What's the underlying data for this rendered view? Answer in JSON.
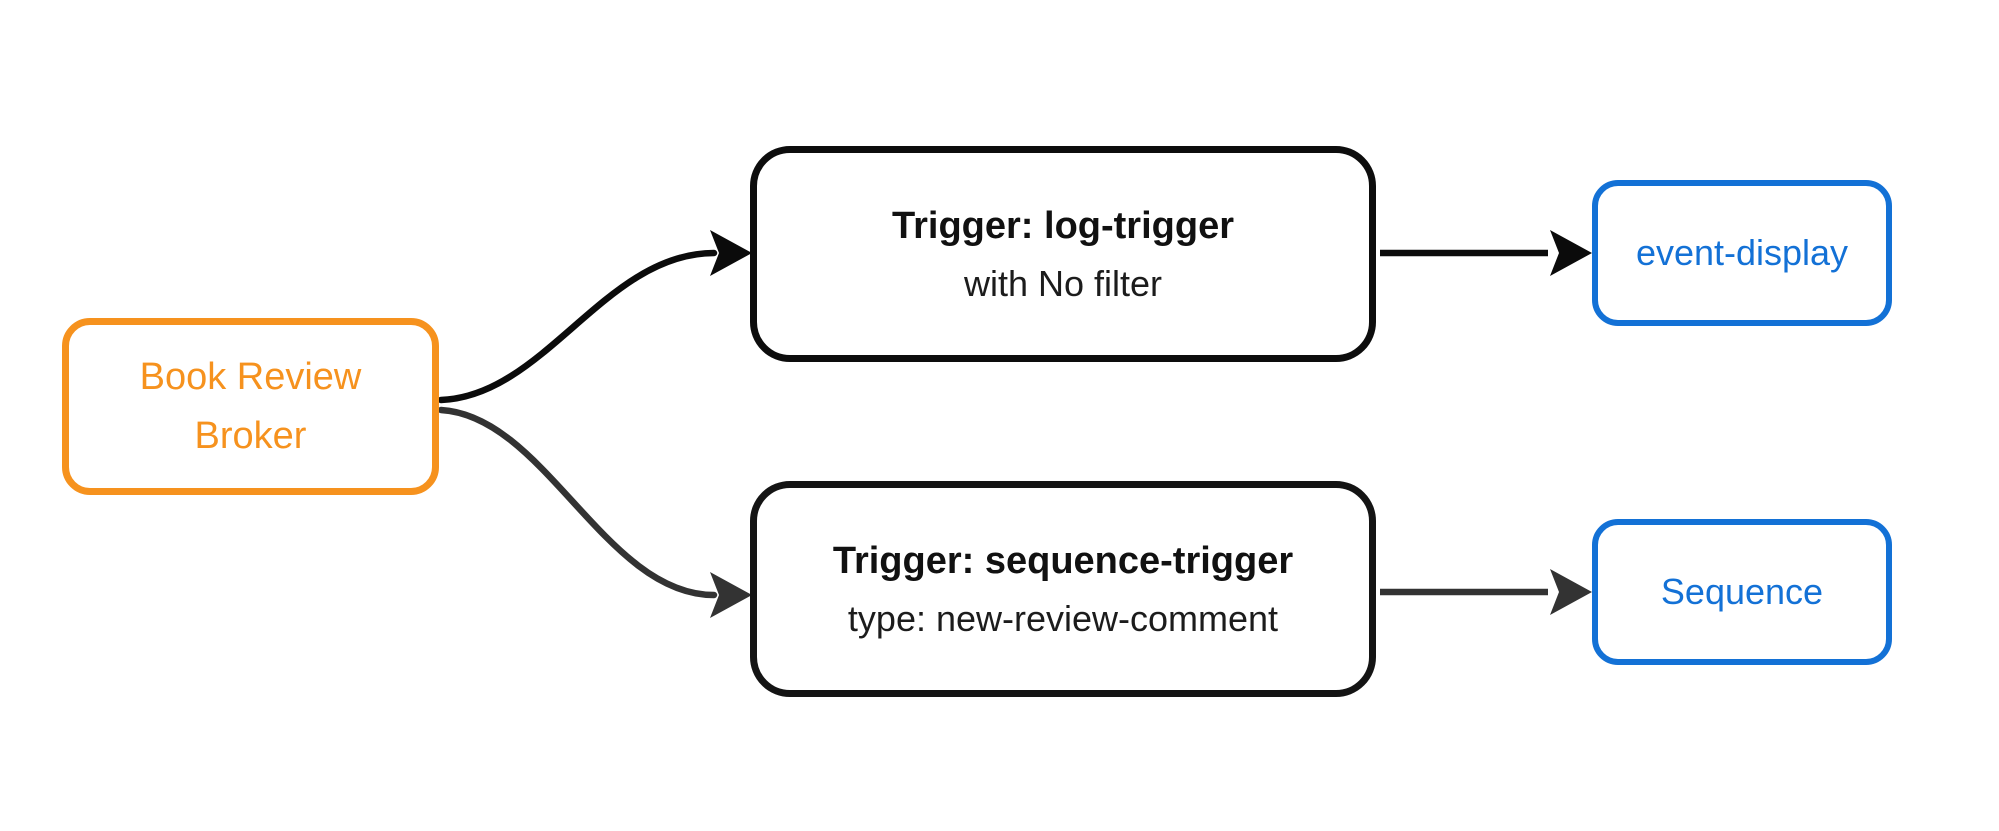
{
  "diagram": {
    "type": "flowchart-LR",
    "background_color": "#ffffff",
    "nodes": {
      "broker": {
        "id": "broker",
        "label": "Book Review Broker",
        "role": "event-broker",
        "border_color": "#f6921e",
        "text_color": "#f6921e",
        "fill": "#ffffff"
      },
      "log_trigger": {
        "id": "log-trigger",
        "title": "Trigger: log-trigger",
        "subtitle": "with No filter",
        "role": "trigger",
        "border_color": "#0d0d0d",
        "text_color": "#111111",
        "fill": "#ffffff"
      },
      "sequence_trigger": {
        "id": "sequence-trigger",
        "title": "Trigger: sequence-trigger",
        "subtitle": "type: new-review-comment",
        "role": "trigger",
        "border_color": "#141414",
        "text_color": "#111111",
        "fill": "#ffffff"
      },
      "event_display": {
        "id": "event-display",
        "label": "event-display",
        "role": "sink",
        "border_color": "#1371d6",
        "text_color": "#1371d6",
        "fill": "#ffffff"
      },
      "sequence": {
        "id": "sequence",
        "label": "Sequence",
        "role": "sink",
        "border_color": "#1371d6",
        "text_color": "#1371d6",
        "fill": "#ffffff"
      }
    },
    "edges": [
      {
        "from": "broker",
        "to": "log-trigger",
        "color": "#0b0b0b",
        "style": "curved-arrow"
      },
      {
        "from": "broker",
        "to": "sequence-trigger",
        "color": "#333333",
        "style": "curved-arrow"
      },
      {
        "from": "log-trigger",
        "to": "event-display",
        "color": "#0b0b0b",
        "style": "straight-arrow"
      },
      {
        "from": "sequence-trigger",
        "to": "sequence",
        "color": "#333333",
        "style": "straight-arrow"
      }
    ]
  }
}
